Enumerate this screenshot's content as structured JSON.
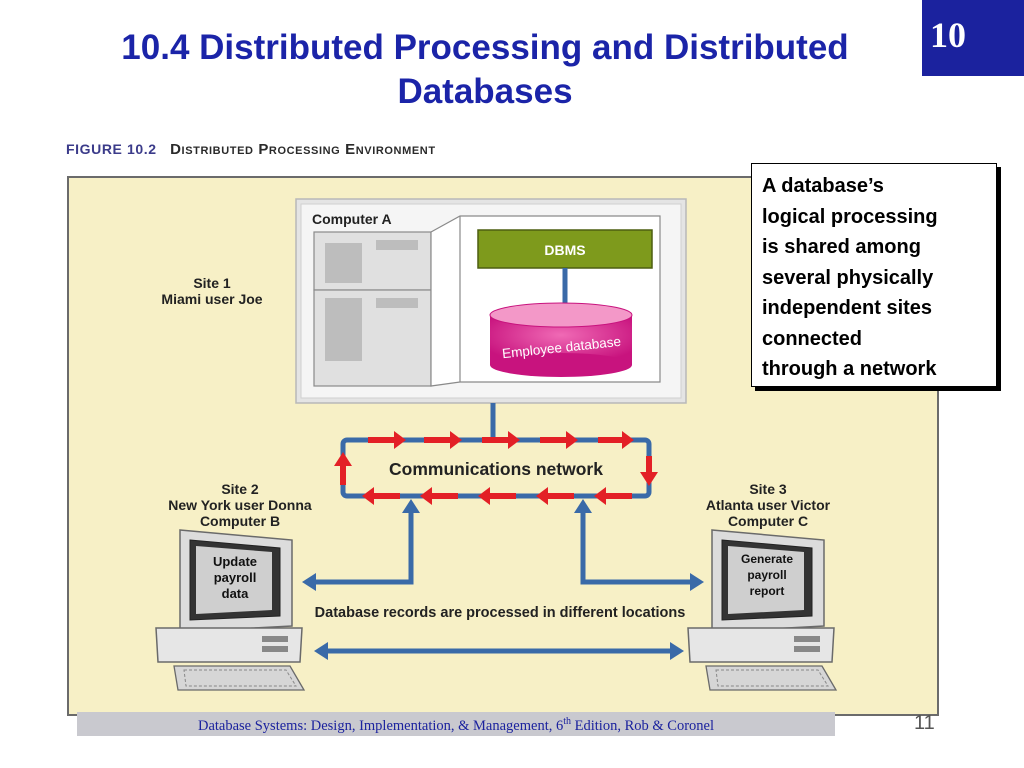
{
  "slide": {
    "title_line1": "10.4 Distributed Processing and Distributed",
    "title_line2": "Databases",
    "chapter_badge": "10",
    "page_number": "11",
    "footer_text_before": "Database Systems: Design, Implementation, & Management, 6",
    "footer_sup": "th",
    "footer_text_after": " Edition, Rob & Coronel"
  },
  "figure": {
    "label": "FIGURE 10.2",
    "caption": "Distributed Processing Environment",
    "computer_a": "Computer A",
    "dbms": "DBMS",
    "employee_db": "Employee database",
    "site1_line1": "Site 1",
    "site1_line2": "Miami user Joe",
    "network_label": "Communications network",
    "site2_line1": "Site 2",
    "site2_line2": "New York user Donna",
    "site2_line3": "Computer B",
    "site3_line1": "Site 3",
    "site3_line2": "Atlanta user Victor",
    "site3_line3": "Computer C",
    "screen_b_line1": "Update",
    "screen_b_line2": "payroll",
    "screen_b_line3": "data",
    "screen_c_line1": "Generate",
    "screen_c_line2": "payroll",
    "screen_c_line3": "report",
    "records_label": "Database records are processed in different locations"
  },
  "callout": {
    "line1": "A database’s",
    "line2": "logical processing",
    "line3": "is shared among",
    "line4": "several physically",
    "line5": "independent sites",
    "line6": "connected",
    "line7": "through a network"
  },
  "colors": {
    "title": "#1b24a8",
    "badge": "#1b229e",
    "panel": "#f7f0c6",
    "dbms": "#7e9a1c",
    "database": "#d81c8c",
    "arrow_red": "#e32026",
    "connector_blue": "#3a6aa8"
  }
}
